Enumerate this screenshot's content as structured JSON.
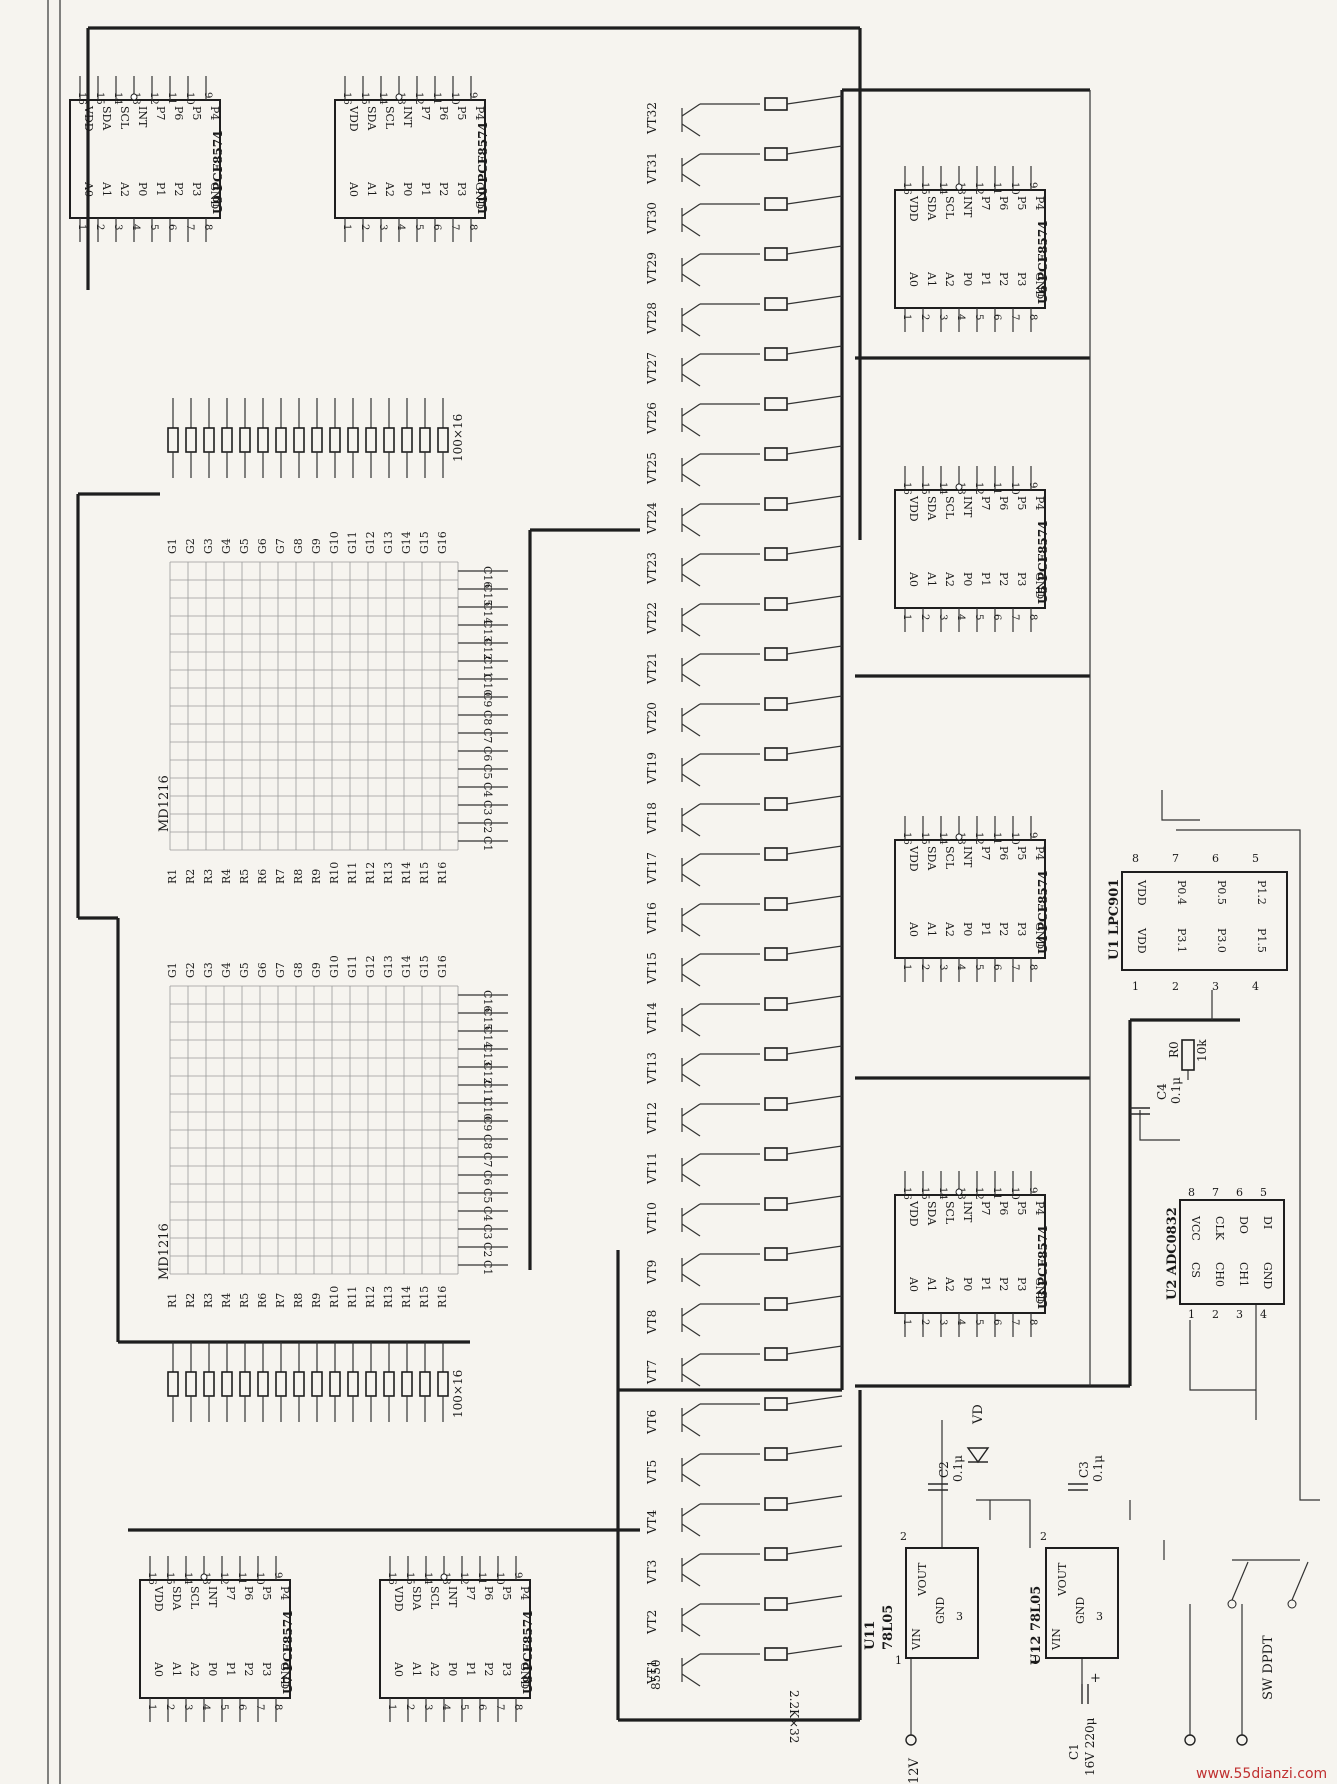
{
  "watermark": "www.55dianzi.com",
  "resistor_arrays": {
    "top": "100×16",
    "bottom": "100×16"
  },
  "matrix": {
    "part": "MD1216",
    "g": [
      "G1",
      "G2",
      "G3",
      "G4",
      "G5",
      "G6",
      "G7",
      "G8",
      "G9",
      "G10",
      "G11",
      "G12",
      "G13",
      "G14",
      "G15",
      "G16"
    ],
    "r": [
      "R1",
      "R2",
      "R3",
      "R4",
      "R5",
      "R6",
      "R7",
      "R8",
      "R9",
      "R10",
      "R11",
      "R12",
      "R13",
      "R14",
      "R15",
      "R16"
    ],
    "c": [
      "C1",
      "C2",
      "C3",
      "C4",
      "C5",
      "C6",
      "C7",
      "C8",
      "C9",
      "C10",
      "C11",
      "C12",
      "C13",
      "C14",
      "C15",
      "C16"
    ]
  },
  "pcf": {
    "top": [
      "VDD",
      "SDA",
      "SCL",
      "INT",
      "P7",
      "P6",
      "P5",
      "P4"
    ],
    "top_v": [
      "VDD",
      "SDA",
      "SCL",
      "INT",
      "P7",
      "P6",
      "P5",
      "P4"
    ],
    "bot": [
      "A0",
      "A1",
      "A2",
      "P0",
      "P1",
      "P2",
      "P3",
      "GND"
    ],
    "pins_top": [
      "16",
      "15",
      "14",
      "13",
      "12",
      "11",
      "10",
      "9"
    ],
    "pins_bot": [
      "1",
      "2",
      "3",
      "4",
      "5",
      "6",
      "7",
      "8"
    ]
  },
  "chips_left": [
    {
      "label": "U9 PCF8574"
    },
    {
      "label": "U10 PCF8574"
    }
  ],
  "chips_right": [
    {
      "label": "U6 PCF8574"
    },
    {
      "label": "U5 PCF8574"
    },
    {
      "label": "U4 PCF8574"
    },
    {
      "label": "U3 PCF8574"
    }
  ],
  "chips_bottom": [
    {
      "label": "U7 PCF8574"
    },
    {
      "label": "U8 PCF8574"
    }
  ],
  "transistors": [
    "VT1",
    "VT2",
    "VT3",
    "VT4",
    "VT5",
    "VT6",
    "VT7",
    "VT8",
    "VT9",
    "VT10",
    "VT11",
    "VT12",
    "VT13",
    "VT14",
    "VT15",
    "VT16",
    "VT17",
    "VT18",
    "VT19",
    "VT20",
    "VT21",
    "VT22",
    "VT23",
    "VT24",
    "VT25",
    "VT26",
    "VT27",
    "VT28",
    "VT29",
    "VT30",
    "VT31",
    "VT32"
  ],
  "transistor_type": "8550",
  "base_resistors": "2.2K×32",
  "lpc": {
    "label": "U1 LPC901",
    "top": [
      "8",
      "7",
      "6",
      "5"
    ],
    "top_names": [
      "VDD",
      "P0.4",
      "P0.5",
      "P1.2"
    ],
    "bot_names": [
      "VDD",
      "P3.1",
      "P3.0",
      "P1.5"
    ],
    "bot": [
      "1",
      "2",
      "3",
      "4"
    ]
  },
  "adc": {
    "label": "U2 ADC0832",
    "top": [
      "8",
      "7",
      "6",
      "5"
    ],
    "top_names": [
      "VCC",
      "CLK",
      "DO",
      "DI"
    ],
    "bot_names": [
      "CS",
      "CH0",
      "CH1",
      "GND"
    ],
    "bot": [
      "1",
      "2",
      "3",
      "4"
    ]
  },
  "r0": {
    "name": "R0",
    "value": "10k"
  },
  "c4": {
    "name": "C4",
    "value": "0.1μ"
  },
  "c2": {
    "name": "C2",
    "value": "0.1μ"
  },
  "c3": {
    "name": "C3",
    "value": "0.1μ"
  },
  "c1": {
    "name": "C1",
    "value": "16V 220μ",
    "plus": "+"
  },
  "vd": "VD",
  "u11": {
    "label": "U11",
    "part": "78L05",
    "vout": "VOUT",
    "gnd": "GND",
    "vin": "VIN",
    "p1": "1",
    "p2": "2",
    "p3": "3"
  },
  "u12": {
    "label": "U12 78L05",
    "vout": "VOUT",
    "gnd": "GND",
    "vin": "VIN",
    "p1": "1",
    "p2": "2",
    "p3": "3"
  },
  "supply": "12V",
  "switch": "SW DPDT"
}
